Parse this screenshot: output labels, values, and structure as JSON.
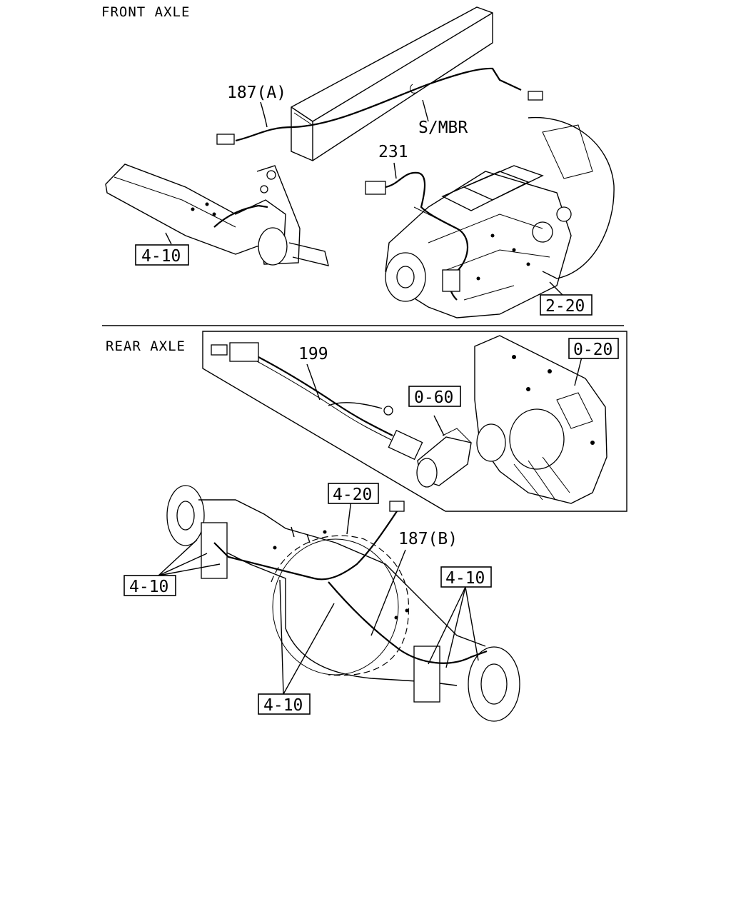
{
  "sections": {
    "front": "FRONT AXLE",
    "rear": "REAR AXLE"
  },
  "callouts": {
    "c187a": "187(A)",
    "smbr": "S/MBR",
    "c231": "231",
    "c199": "199",
    "c187b": "187(B)"
  },
  "refs": {
    "front_axle": "4-10",
    "transmission": "2-20",
    "flywheel_housing": "0-20",
    "starter": "0-60",
    "rear_axle_housing": "4-20",
    "rear_left_clips": "4-10",
    "rear_right_clips": "4-10",
    "rear_center_clips": "4-10"
  }
}
